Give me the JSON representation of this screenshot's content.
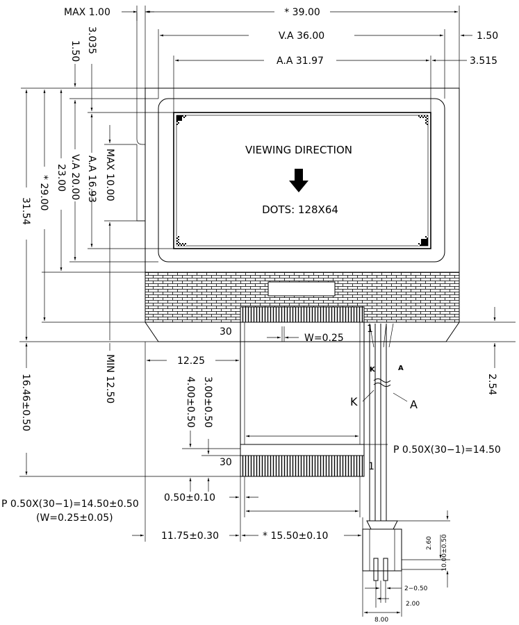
{
  "top_dims": {
    "max_thickness": "MAX  1.00",
    "outline_width": "* 39.00",
    "va_width": "V.A  36.00",
    "va_right_offset": "1.50",
    "aa_width": "A.A  31.97",
    "aa_right_offset": "3.515"
  },
  "left_dims": {
    "aa_top_offset": "3.035",
    "va_top_offset": "1.50",
    "total_height": "31.54",
    "outline_height": "* 29.00",
    "va_height": "V.A 20.00",
    "aa_height": "A.A 16.93",
    "max_height": "MAX 10.00",
    "min_length": "MIN 12.50",
    "fpc_length": "16.46±0.50"
  },
  "display": {
    "viewing_direction": "VIEWING  DIRECTION",
    "dots_label": "DOTS:  128X64"
  },
  "fpc": {
    "pin_count_top": "30",
    "pin_count_bottom": "30",
    "pin_one_top": "1",
    "pin_one_bottom": "1",
    "trace_width": "W=0.25",
    "fpc_left_offset": "12.25",
    "right_offset": "2.54",
    "k_small": "K",
    "a_small": "A",
    "k_label": "K",
    "a_label": "A",
    "stiffener_len": "3.00±0.50",
    "contact_len": "4.00±0.50",
    "pitch_right": "P  0.50X(30−1)=14.50",
    "pitch_left": "P  0.50X(30−1)=14.50±0.50",
    "width_tol": "(W=0.25±0.05)",
    "pad_width": "0.50±0.10",
    "left_offset": "11.75±0.30",
    "fpc_width": "* 15.50±0.10"
  },
  "connector": {
    "height_a": "2.60",
    "height_b": "10.00±0.50",
    "pin_spacing": "2−0.50",
    "pin_pitch": "2.00",
    "body_width": "8.00"
  }
}
